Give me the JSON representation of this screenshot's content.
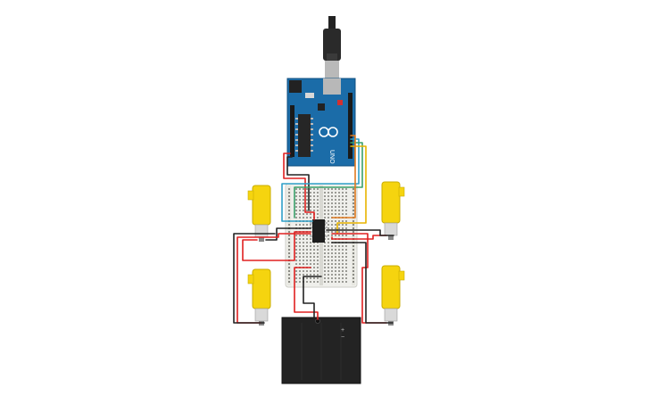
{
  "arduino": {
    "brand_text": "UNO",
    "logo_icon": "arduino-infinity-logo-icon"
  },
  "battery": {
    "polarity_plus": "+",
    "polarity_minus": "−",
    "small_label": ""
  },
  "motors": [
    {
      "id": "top-left"
    },
    {
      "id": "bottom-left"
    },
    {
      "id": "top-right"
    },
    {
      "id": "bottom-right"
    }
  ],
  "driver_chip": {
    "kind": "dip-16"
  },
  "wire_colors": {
    "red": "#e02020",
    "black": "#222222",
    "blue": "#2f9fc8",
    "green": "#3aa06a",
    "yellow": "#e8b400",
    "orange": "#e07a20"
  },
  "colors": {
    "board": "#1b6ca8",
    "motor_yellow": "#f5d40f",
    "breadboard": "#efefeb",
    "battery": "#232323"
  }
}
